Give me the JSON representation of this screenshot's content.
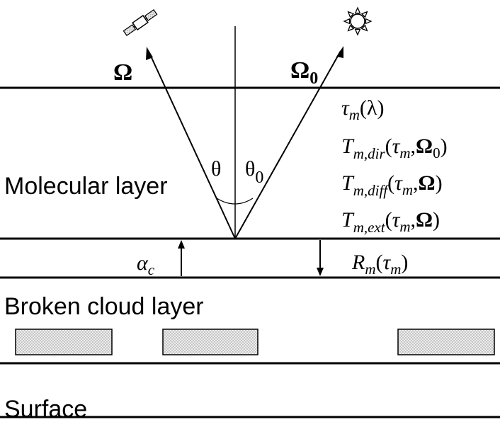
{
  "labels": {
    "omega": "Ω",
    "omega0_main": "Ω",
    "omega0_sub": "0",
    "theta": "θ",
    "theta0_main": "θ",
    "theta0_sub": "0",
    "molecular_layer": "Molecular layer",
    "broken_cloud_layer": "Broken cloud layer",
    "surface": "Surface",
    "alpha": "α",
    "alpha_sub": "c"
  },
  "equations": {
    "tau": {
      "sym": "τ",
      "sub": "m",
      "rest": "(λ)"
    },
    "tdir": {
      "sym": "T",
      "sub": "m,dir",
      "open": "(",
      "tau": "τ",
      "tau_sub": "m",
      "comma": ",",
      "omega": "Ω",
      "omega_sub": "0",
      "close": ")"
    },
    "tdiff": {
      "sym": "T",
      "sub": "m,diff",
      "open": "(",
      "tau": "τ",
      "tau_sub": "m",
      "comma": ",",
      "omega": "Ω",
      "close": ")"
    },
    "text": {
      "sym": "T",
      "sub": "m,ext",
      "open": "(",
      "tau": "τ",
      "tau_sub": "m",
      "comma": ",",
      "omega": "Ω",
      "close": ")"
    },
    "rm": {
      "sym": "R",
      "sub": "m",
      "open": "(",
      "tau": "τ",
      "tau_sub": "m",
      "close": ")"
    }
  },
  "icons": {
    "satellite": "satellite-icon",
    "sun": "sun-icon"
  },
  "colors": {
    "line": "#000000",
    "cloud_fill": "#d9d9d9"
  }
}
